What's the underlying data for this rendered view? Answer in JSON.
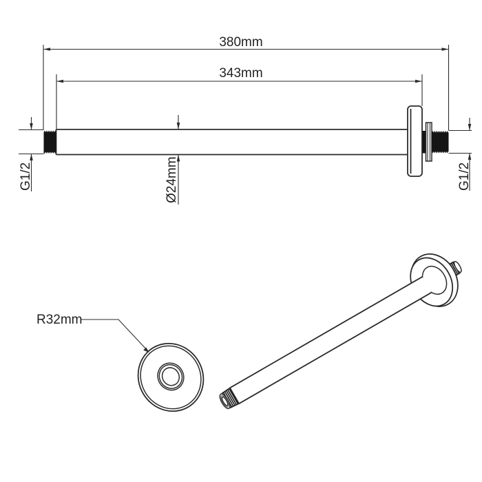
{
  "colors": {
    "background": "#ffffff",
    "line": "#2b2b2b",
    "thread_fill": "#151515",
    "text": "#222222"
  },
  "dims": {
    "overall_length": "380mm",
    "arm_length": "343mm",
    "pipe_diameter": "Ø24mm",
    "thread_size_left": "G1/2",
    "thread_size_right": "G1/2",
    "flange_radius": "R32mm"
  }
}
